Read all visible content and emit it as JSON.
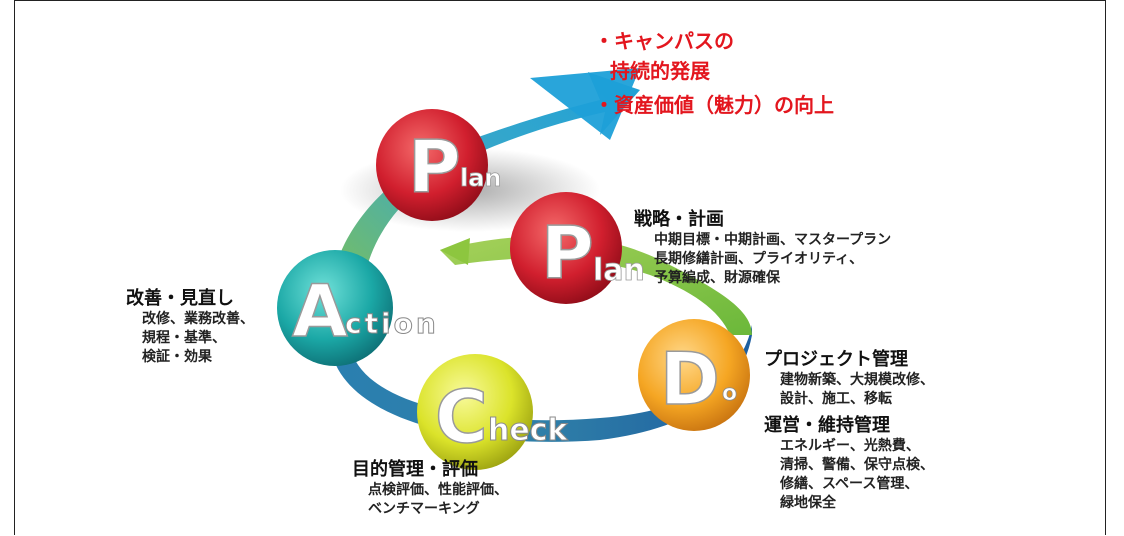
{
  "goals": {
    "line1": "・キャンパスの",
    "line2": "持続的発展",
    "line3": "・資産価値（魅力）の向上"
  },
  "plan_outer": {
    "big": "P",
    "small": "lan",
    "color": "#c8102e"
  },
  "plan_inner": {
    "big": "P",
    "small": "lan",
    "color": "#c8102e",
    "heading": "戦略・計画",
    "items": [
      "中期目標・中期計画、マスタープラン",
      "長期修繕計画、プライオリティ、",
      "予算編成、財源確保"
    ]
  },
  "action": {
    "big": "A",
    "small": "ction",
    "color": "#1aa6a6",
    "heading": "改善・見直し",
    "items": [
      "改修、業務改善、",
      "規程・基準、",
      "検証・効果"
    ]
  },
  "check": {
    "big": "C",
    "small": "heck",
    "color": "#d8e021",
    "heading": "目的管理・評価",
    "items": [
      "点検評価、性能評価、",
      "ベンチマーキング"
    ]
  },
  "do": {
    "big": "D",
    "small": "o",
    "color": "#f5a623",
    "heading1": "プロジェクト管理",
    "items1": [
      "建物新築、大規模改修、",
      "設計、施工、移転"
    ],
    "heading2": "運営・維持管理",
    "items2": [
      "エネルギー、光熱費、",
      "清掃、警備、保守点検、",
      "修繕、スペース管理、",
      "緑地保全"
    ]
  }
}
